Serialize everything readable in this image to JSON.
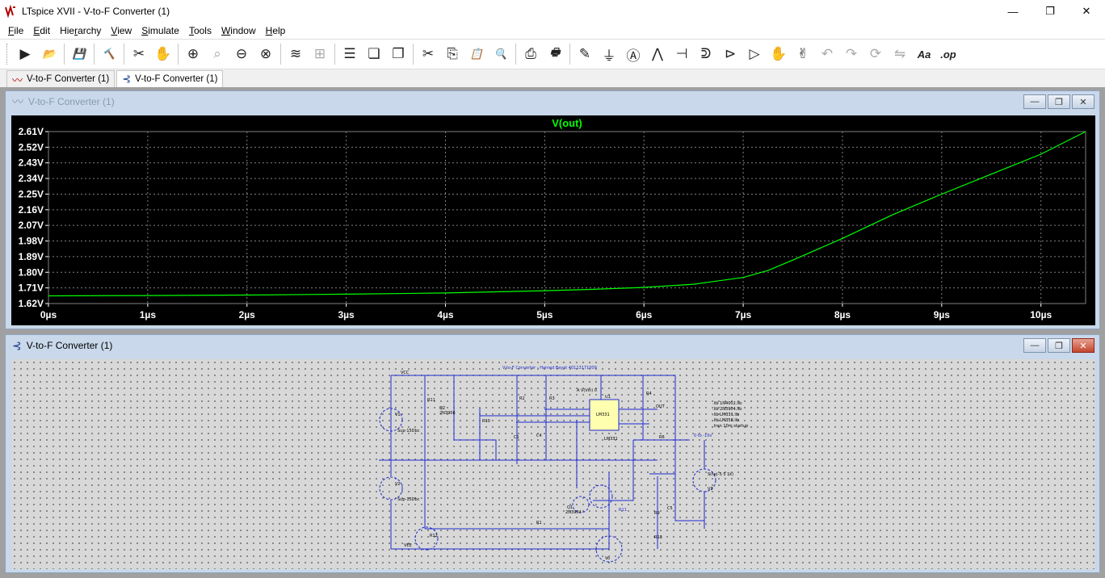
{
  "window": {
    "title": "LTspice XVII - V-to-F Converter (1)",
    "controls": [
      "—",
      "❐",
      "✕"
    ]
  },
  "menu": [
    {
      "pre": "",
      "key": "F",
      "post": "ile"
    },
    {
      "pre": "",
      "key": "E",
      "post": "dit"
    },
    {
      "pre": "Hie",
      "key": "r",
      "post": "archy"
    },
    {
      "pre": "",
      "key": "V",
      "post": "iew"
    },
    {
      "pre": "",
      "key": "S",
      "post": "imulate"
    },
    {
      "pre": "",
      "key": "T",
      "post": "ools"
    },
    {
      "pre": "",
      "key": "W",
      "post": "indow"
    },
    {
      "pre": "",
      "key": "H",
      "post": "elp"
    }
  ],
  "toolbar": [
    {
      "icon": "run-icon",
      "glyph": "▶"
    },
    {
      "icon": "open-icon",
      "glyph": "📂"
    },
    {
      "sep": true
    },
    {
      "icon": "save-icon",
      "glyph": "💾"
    },
    {
      "sep": true
    },
    {
      "icon": "control-panel-icon",
      "glyph": "🔨"
    },
    {
      "sep": true
    },
    {
      "icon": "halt-icon",
      "glyph": "✂"
    },
    {
      "icon": "pan-icon",
      "glyph": "✋",
      "dim": true
    },
    {
      "sep": true
    },
    {
      "icon": "zoom-in-icon",
      "glyph": "⊕"
    },
    {
      "icon": "zoom-area-icon",
      "glyph": "⌕",
      "dim": true
    },
    {
      "icon": "zoom-out-icon",
      "glyph": "⊖"
    },
    {
      "icon": "zoom-fit-icon",
      "glyph": "⊗"
    },
    {
      "sep": true
    },
    {
      "icon": "autorange-icon",
      "glyph": "≋"
    },
    {
      "icon": "grid-icon",
      "glyph": "⊞",
      "dim": true
    },
    {
      "sep": true
    },
    {
      "icon": "tile-horizontal-icon",
      "glyph": "☰"
    },
    {
      "icon": "cascade-icon",
      "glyph": "❏"
    },
    {
      "icon": "tile-vertical-icon",
      "glyph": "❐"
    },
    {
      "sep": true
    },
    {
      "icon": "cut-icon",
      "glyph": "✂"
    },
    {
      "icon": "copy-icon",
      "glyph": "⎘"
    },
    {
      "icon": "paste-icon",
      "glyph": "📋"
    },
    {
      "icon": "find-icon",
      "glyph": "🔍"
    },
    {
      "sep": true
    },
    {
      "icon": "print-setup-icon",
      "glyph": "⎙"
    },
    {
      "icon": "print-icon",
      "glyph": "🖶"
    },
    {
      "sep": true
    },
    {
      "icon": "wire-icon",
      "glyph": "✎"
    },
    {
      "icon": "ground-icon",
      "glyph": "⏚"
    },
    {
      "icon": "label-net-icon",
      "glyph": "Ⓐ"
    },
    {
      "icon": "resistor-icon",
      "glyph": "⋀"
    },
    {
      "icon": "capacitor-icon",
      "glyph": "⊣"
    },
    {
      "icon": "inductor-icon",
      "glyph": "ᕲ"
    },
    {
      "icon": "diode-icon",
      "glyph": "⊳"
    },
    {
      "icon": "component-icon",
      "glyph": "▷"
    },
    {
      "icon": "move-icon",
      "glyph": "✋"
    },
    {
      "icon": "drag-icon",
      "glyph": "✌"
    },
    {
      "icon": "undo-icon",
      "glyph": "↶",
      "dim": true
    },
    {
      "icon": "redo-icon",
      "glyph": "↷",
      "dim": true
    },
    {
      "icon": "rotate-icon",
      "glyph": "⟳",
      "dim": true
    },
    {
      "icon": "mirror-icon",
      "glyph": "⇋",
      "dim": true
    },
    {
      "icon": "text-icon",
      "glyph": "Aa"
    },
    {
      "icon": "spice-directive-icon",
      "glyph": ".op"
    }
  ],
  "tabs": [
    {
      "label": "V-to-F Converter (1)",
      "icon": "waveform-icon",
      "glyph": "〰",
      "active": false
    },
    {
      "label": "V-to-F Converter (1)",
      "icon": "schematic-icon",
      "glyph": "⊰",
      "active": true
    }
  ],
  "plot_window": {
    "title": "V-to-F Converter (1)",
    "buttons": [
      "—",
      "❐",
      "✕"
    ]
  },
  "schematic_window": {
    "title": "V-to-F Converter (1)",
    "buttons": [
      "—",
      "❐",
      "✕"
    ],
    "heading": "V-to-F Converter - Hamed Bayat 40113171009",
    "labels": {
      "vcc": "VCC",
      "vee": "VEE",
      "vin": "0 to -10v",
      "u1": "U1",
      "lm331": "LM331",
      "r1": "R1",
      "r2": "R2",
      "r3": "R3",
      "r4": "R4",
      "r6": "R6",
      "r9": "R9",
      "r10": "R10",
      "r11": "R11",
      "r12": "R12",
      "r13": "R13",
      "q1": "Q1",
      "q2": "Q2",
      "q1_part": "2N3904",
      "q2_part": "2N3906",
      "c1": "C1",
      "c4": "C4",
      "c5": "C5",
      "v1": "V1",
      "v2": "V2",
      "v3": "V3",
      "v1_val": "Sup-15Dbc",
      "v2_val": "Sup-15Dbc",
      "v3_val": "Sine(-5 5 1k)",
      "vo": "Vo",
      "out": "OUT",
      "vout_expr": "A V(Vin) 0",
      "models": [
        ".lib 1N4002.lib",
        ".lib 2N3904.lib",
        ".lib LM331.lib",
        ".lib LM358.lib",
        ".tran 10m startup"
      ]
    }
  },
  "chart_data": {
    "type": "line",
    "title": "V(out)",
    "series": [
      {
        "name": "V(out)",
        "x": [
          0,
          1,
          2,
          3,
          4,
          5,
          5.5,
          6,
          6.5,
          7,
          7.25,
          7.5,
          8,
          8.5,
          9,
          9.5,
          10,
          10.45
        ],
        "values": [
          1.664,
          1.666,
          1.669,
          1.674,
          1.681,
          1.694,
          1.702,
          1.713,
          1.731,
          1.77,
          1.81,
          1.87,
          1.995,
          2.13,
          2.25,
          2.365,
          2.48,
          2.61
        ]
      }
    ],
    "x_ticks": [
      0,
      1,
      2,
      3,
      4,
      5,
      6,
      7,
      8,
      9,
      10
    ],
    "x_tick_labels": [
      "0µs",
      "1µs",
      "2µs",
      "3µs",
      "4µs",
      "5µs",
      "6µs",
      "7µs",
      "8µs",
      "9µs",
      "10µs"
    ],
    "y_ticks": [
      1.62,
      1.71,
      1.8,
      1.89,
      1.98,
      2.07,
      2.16,
      2.25,
      2.34,
      2.43,
      2.52,
      2.61
    ],
    "y_tick_labels": [
      "1.62V",
      "1.71V",
      "1.80V",
      "1.89V",
      "1.98V",
      "2.07V",
      "2.16V",
      "2.25V",
      "2.34V",
      "2.43V",
      "2.52V",
      "2.61V"
    ],
    "xlim": [
      0,
      10.45
    ],
    "ylim": [
      1.62,
      2.61
    ],
    "grid": true,
    "colors": {
      "trace": "#00ff00",
      "title": "#00ff00",
      "background": "#000000",
      "axis_text": "#ffffff",
      "grid": "#808080"
    }
  }
}
